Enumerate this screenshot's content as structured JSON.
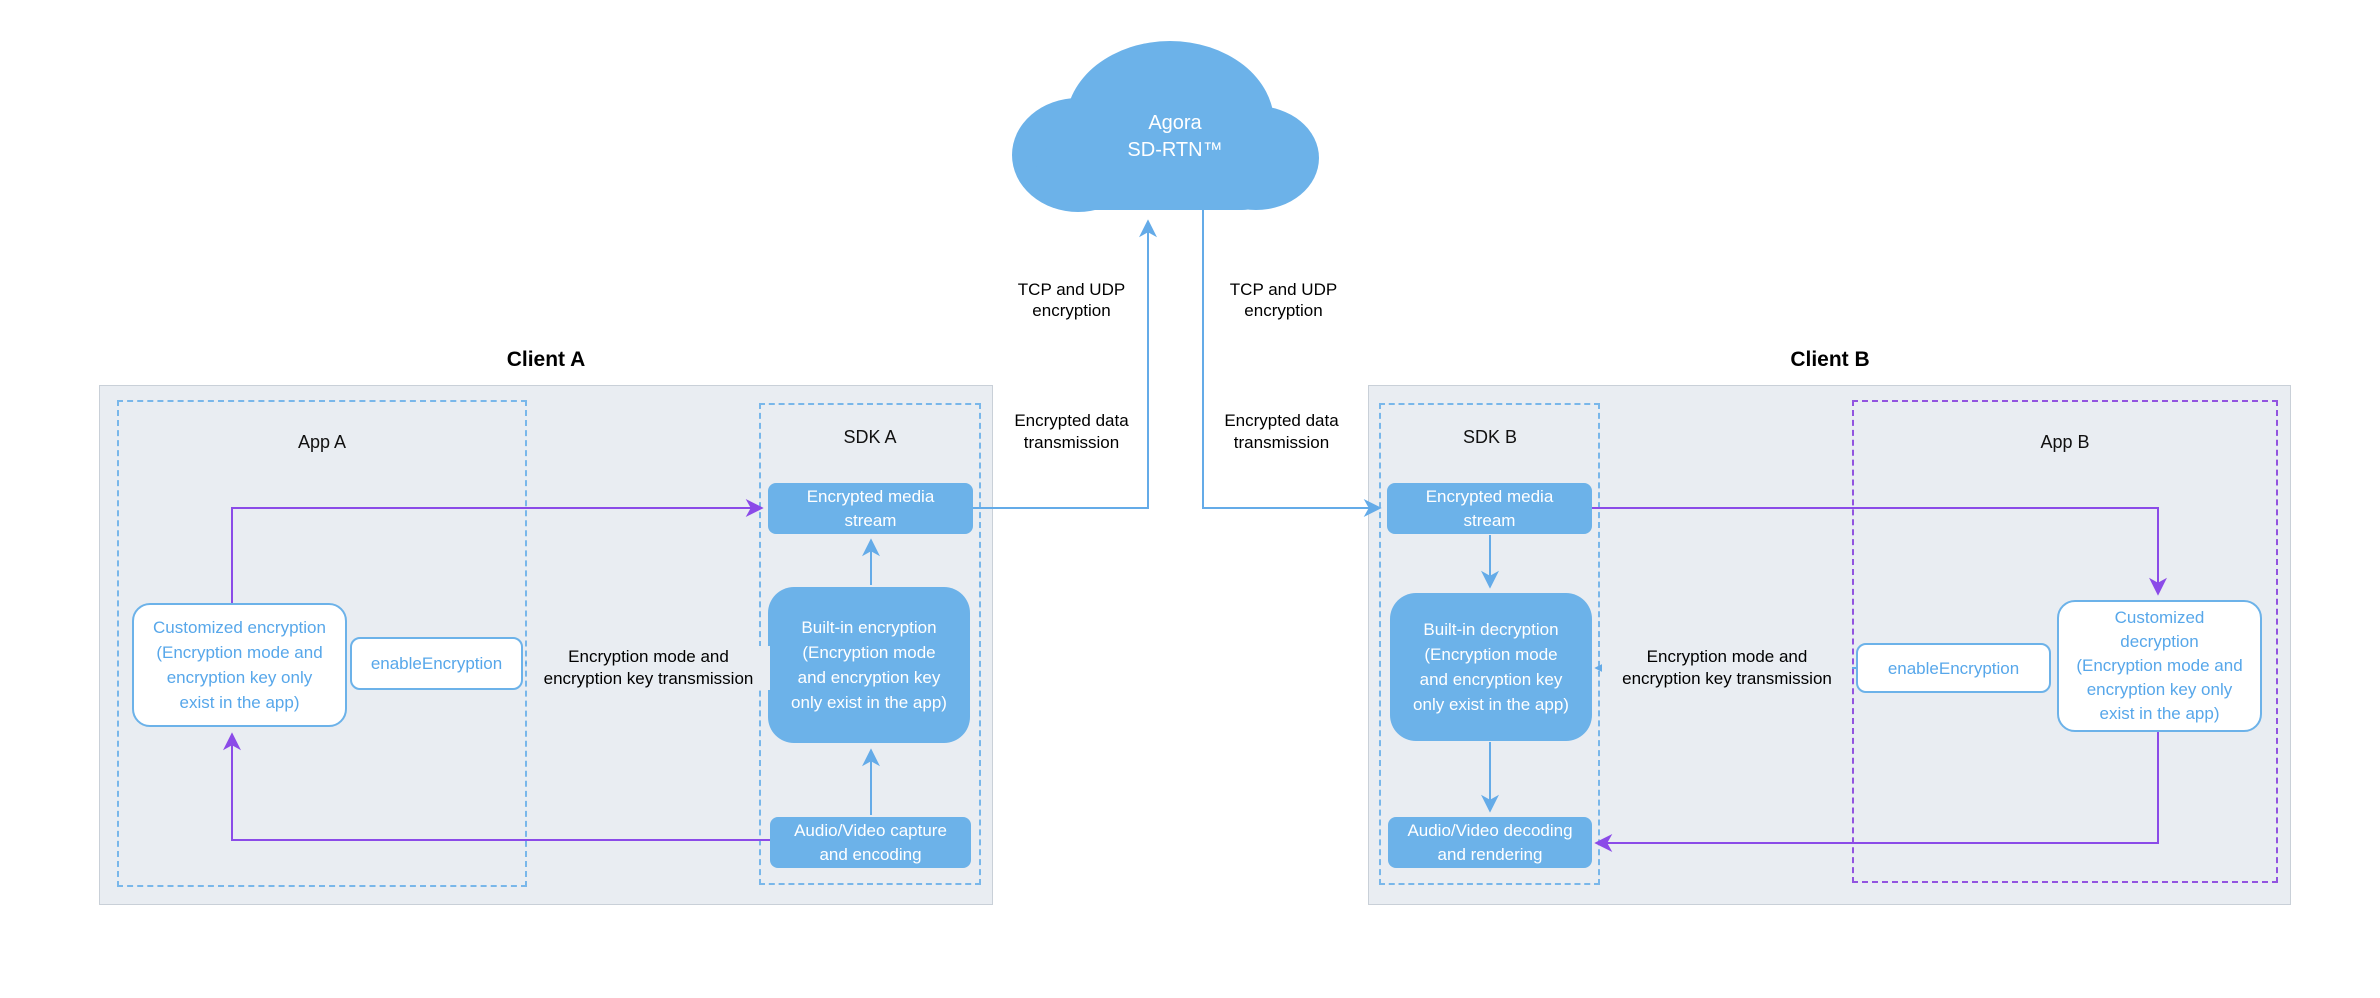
{
  "colors": {
    "box_blue": "#6cb2e9",
    "dashed_blue": "#79b7ea",
    "dashed_purple": "#9254e0",
    "line_blue": "#64abe8",
    "line_purple": "#8b4be8",
    "panel_fill": "#e9edf2",
    "panel_border": "#c9d0d8",
    "blue_text": "#57a7ea",
    "white_text": "#ffffff"
  },
  "cloud": {
    "label": "Agora\nSD-RTN™"
  },
  "transport": {
    "tcp_left": "TCP and UDP\nencryption",
    "tcp_right": "TCP and UDP\nencryption",
    "data_left": "Encrypted data\ntransmission",
    "data_right": "Encrypted data\ntransmission"
  },
  "client_a": {
    "title": "Client A",
    "app": {
      "label": "App A",
      "customized_encryption": "Customized encryption\n(Encryption mode and\nencryption key only\nexist in the app)",
      "enable_encryption": "enableEncryption"
    },
    "sdk": {
      "label": "SDK A",
      "encrypted_media_stream": "Encrypted media\nstream",
      "built_in_encryption": "Built-in encryption\n(Encryption mode\nand encryption key\nonly exist in the app)",
      "audio_video": "Audio/Video capture\nand encoding"
    },
    "key_transmission_label": "Encryption mode and\nencryption key transmission"
  },
  "client_b": {
    "title": "Client B",
    "sdk": {
      "label": "SDK B",
      "encrypted_media_stream": "Encrypted media\nstream",
      "built_in_decryption": "Built-in decryption\n(Encryption mode\nand encryption key\nonly exist in the app)",
      "audio_video": "Audio/Video decoding\nand rendering"
    },
    "app": {
      "label": "App B",
      "enable_encryption": "enableEncryption",
      "customized_decryption": "Customized\ndecryption\n(Encryption mode and\nencryption key only\nexist in the app)"
    },
    "key_transmission_label": "Encryption mode and\nencryption key transmission"
  }
}
